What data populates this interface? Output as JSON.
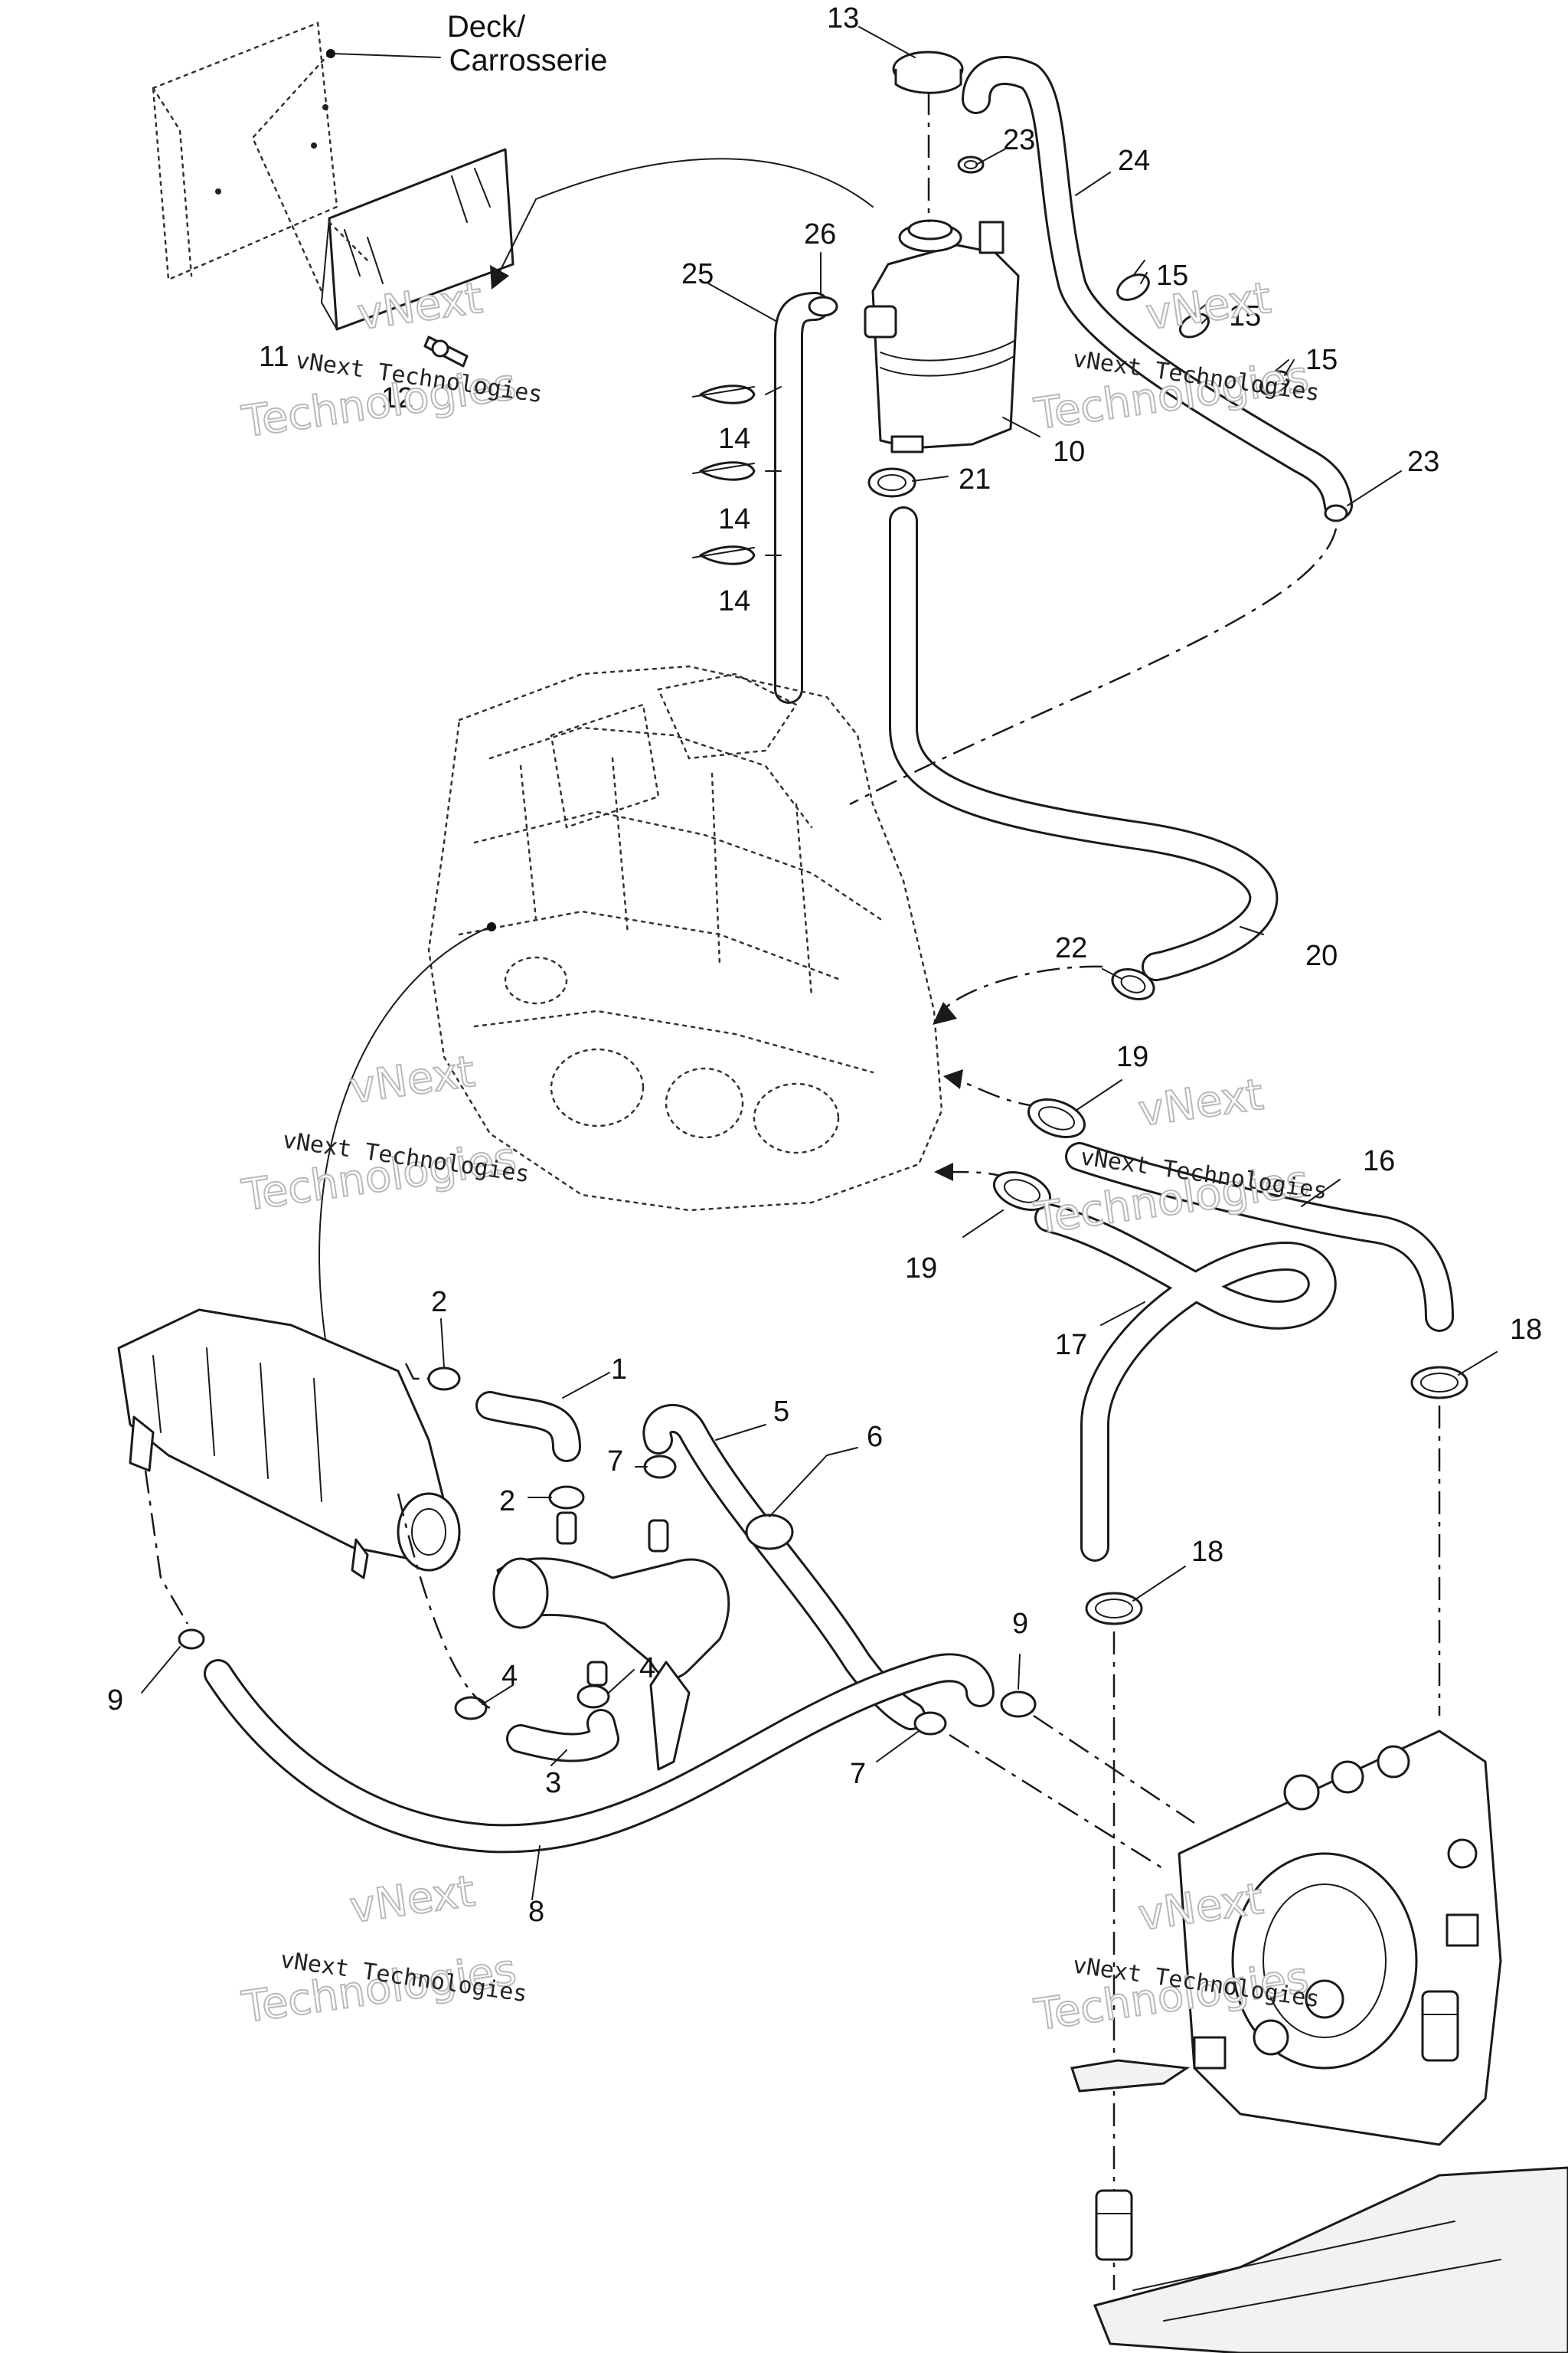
{
  "deck_label": [
    "Deck/",
    "Carrosserie"
  ],
  "watermark": {
    "small": "vNext Technologies",
    "large_1": "vNext",
    "large_2": "Technologies"
  },
  "callouts": {
    "c1": "1",
    "c2a": "2",
    "c2b": "2",
    "c3": "3",
    "c4a": "4",
    "c4b": "4",
    "c5": "5",
    "c6": "6",
    "c7a": "7",
    "c7b": "7",
    "c8": "8",
    "c9a": "9",
    "c9b": "9",
    "c10": "10",
    "c11": "11",
    "c12": "12",
    "c13": "13",
    "c14a": "14",
    "c14b": "14",
    "c14c": "14",
    "c15a": "15",
    "c15b": "15",
    "c15c": "15",
    "c16": "16",
    "c17": "17",
    "c18a": "18",
    "c18b": "18",
    "c19a": "19",
    "c19b": "19",
    "c20": "20",
    "c21": "21",
    "c22": "22",
    "c23a": "23",
    "c23b": "23",
    "c24": "24",
    "c25": "25",
    "c26": "26"
  }
}
